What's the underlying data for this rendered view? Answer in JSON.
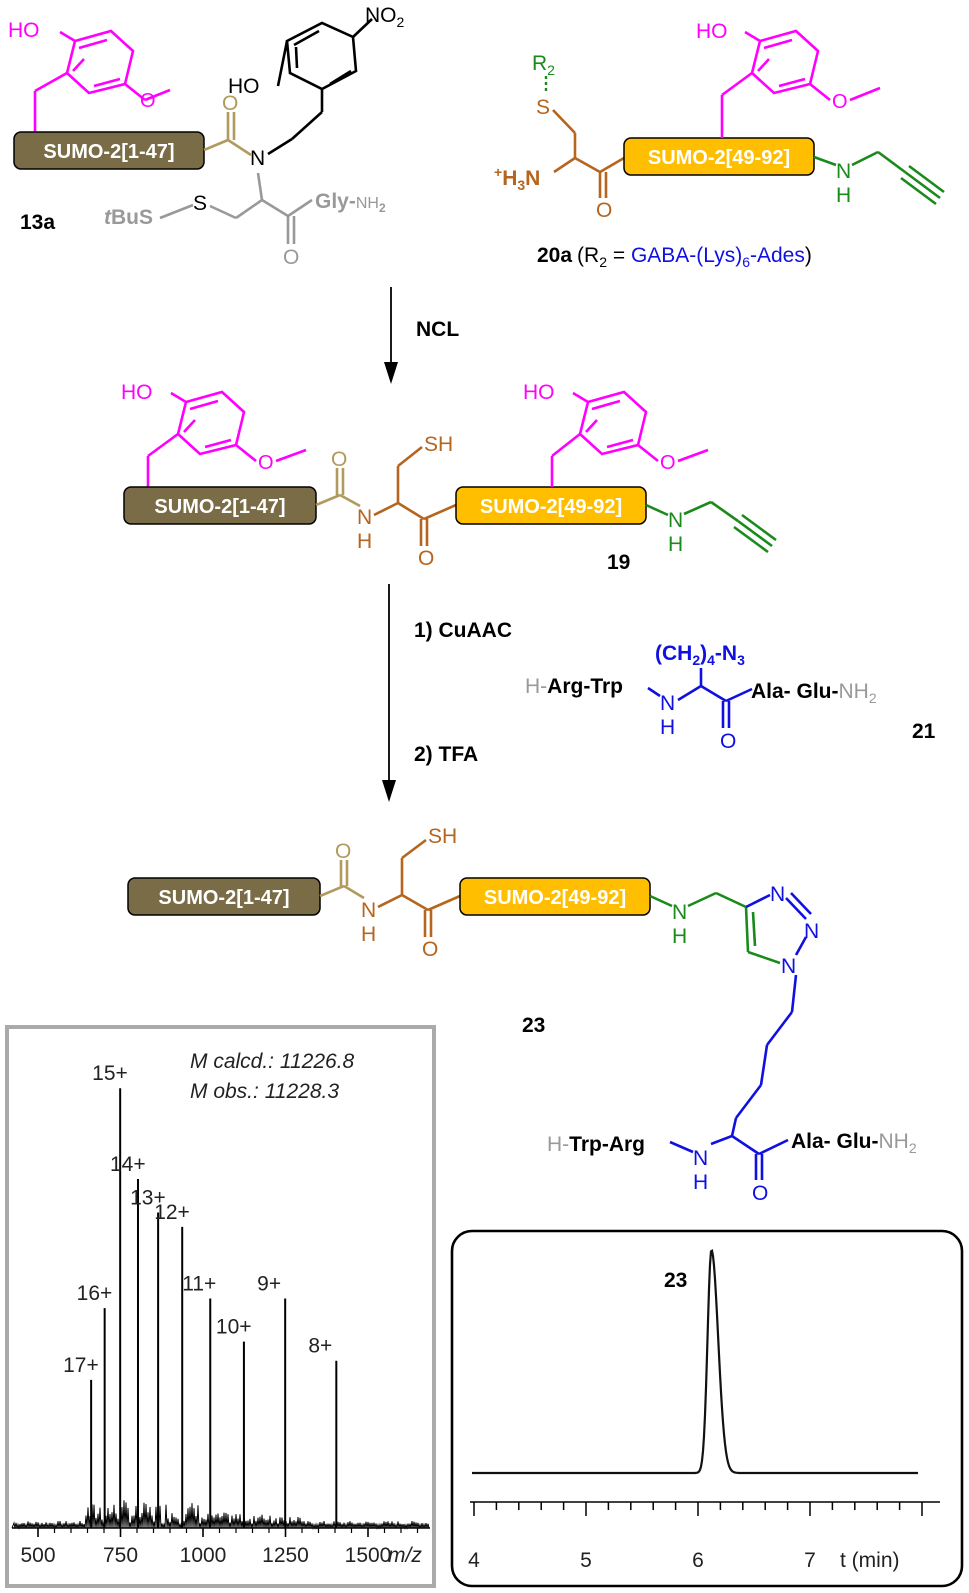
{
  "colors": {
    "magenta": "#ff00ff",
    "khaki": "#7a6c46",
    "khaki_text": "#b09a5e",
    "gray": "#999999",
    "yellow": "#ffbf00",
    "brown": "#b5651d",
    "green": "#1a8a1a",
    "blue": "#1010e0",
    "black": "#000000"
  },
  "compounds": {
    "c13a": "13a",
    "c20a": "20a",
    "c20a_r2_open": "(R",
    "c20a_r2_sub": "2",
    "c20a_r2_eq": " = ",
    "c20a_r2_value_a": "GABA-(Lys)",
    "c20a_r2_value_sub": "6",
    "c20a_r2_value_b": "-Ades",
    "c20a_r2_close": ")",
    "c19": "19",
    "c21": "21",
    "c23_label": "23"
  },
  "boxes": {
    "sumo_n": "SUMO-2[1-47]",
    "sumo_c": "SUMO-2[49-92]"
  },
  "atoms": {
    "ho": "HO",
    "no2": "NO",
    "no2_sub": "2",
    "n": "N",
    "h": "H",
    "s": "S",
    "sh": "SH",
    "o": "O",
    "tbus_t": "t",
    "tbus": "BuS",
    "gly": "Gly-",
    "nh2": "NH",
    "nh2_sub": "2",
    "r2": "R",
    "r2_sub": "2",
    "h3n_plus": "+",
    "h3n": "H",
    "h3n_sub": "3",
    "h3n_n": "N",
    "n_tri": "N"
  },
  "steps": {
    "ncl": "NCL",
    "cuaac": "1) CuAAC",
    "tfa": "2) TFA"
  },
  "peptide21": {
    "h": "H-",
    "arg_trp": "Arg-Trp",
    "side": "(CH",
    "side_sub": "2",
    "side_b": ")",
    "side_sub2": "4",
    "side_c": "-N",
    "side_sub3": "3",
    "ala_glu": "Ala- Glu-",
    "nh2": "NH",
    "nh2_sub": "2"
  },
  "peptide23": {
    "h": "H-",
    "trp_arg": "Trp-Arg",
    "ala_glu": "Ala- Glu-",
    "nh2": "NH",
    "nh2_sub": "2"
  },
  "ms_panel": {
    "calcd": "M calcd.: 11226.8",
    "obs": "M obs.: 11228.3",
    "x_unit": "m/z",
    "x_ticks": [
      "500",
      "750",
      "1000",
      "1250",
      "1500"
    ],
    "peaks": [
      {
        "charge": "17+",
        "mz": 661,
        "height": 0.31
      },
      {
        "charge": "16+",
        "mz": 702,
        "height": 0.46
      },
      {
        "charge": "15+",
        "mz": 749,
        "height": 0.92
      },
      {
        "charge": "14+",
        "mz": 803,
        "height": 0.73
      },
      {
        "charge": "13+",
        "mz": 864,
        "height": 0.66
      },
      {
        "charge": "12+",
        "mz": 937,
        "height": 0.63
      },
      {
        "charge": "11+",
        "mz": 1022,
        "height": 0.48
      },
      {
        "charge": "10+",
        "mz": 1124,
        "height": 0.39
      },
      {
        "charge": "9+",
        "mz": 1249,
        "height": 0.48
      },
      {
        "charge": "8+",
        "mz": 1404,
        "height": 0.35
      }
    ]
  },
  "hplc_panel": {
    "peak_label": "23",
    "x_unit": "t (min)",
    "x_ticks": [
      "4",
      "5",
      "6",
      "7"
    ],
    "peak_time": 6.12
  }
}
